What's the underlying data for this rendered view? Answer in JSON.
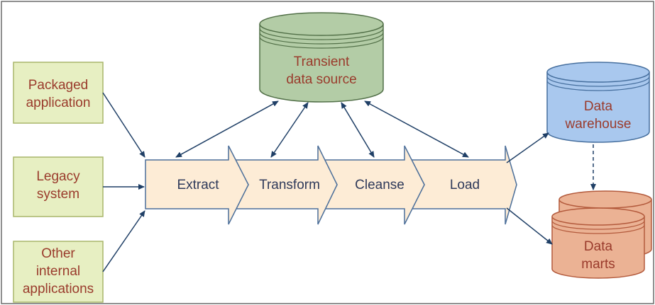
{
  "sources": [
    {
      "lines": [
        "Packaged",
        "application"
      ]
    },
    {
      "lines": [
        "Legacy",
        "system"
      ]
    },
    {
      "lines": [
        "Other",
        "internal",
        "applications"
      ]
    }
  ],
  "stages": [
    "Extract",
    "Transform",
    "Cleanse",
    "Load"
  ],
  "transient": {
    "lines": [
      "Transient",
      "data source"
    ]
  },
  "warehouse": {
    "lines": [
      "Data",
      "warehouse"
    ]
  },
  "marts": {
    "lines": [
      "Data",
      "marts"
    ]
  },
  "colors": {
    "source_fill": "#e7efc2",
    "source_border": "#a9b66a",
    "stage_fill": "#fdecd6",
    "stage_border": "#4c6f9a",
    "transient_fill": "#b3cca6",
    "transient_border": "#527048",
    "warehouse_fill": "#a9c8ee",
    "warehouse_border": "#466f9e",
    "marts_fill": "#ebb294",
    "marts_border": "#b35a3c",
    "label_color": "#9a3b2c",
    "arrow_color": "#1f3f66"
  }
}
